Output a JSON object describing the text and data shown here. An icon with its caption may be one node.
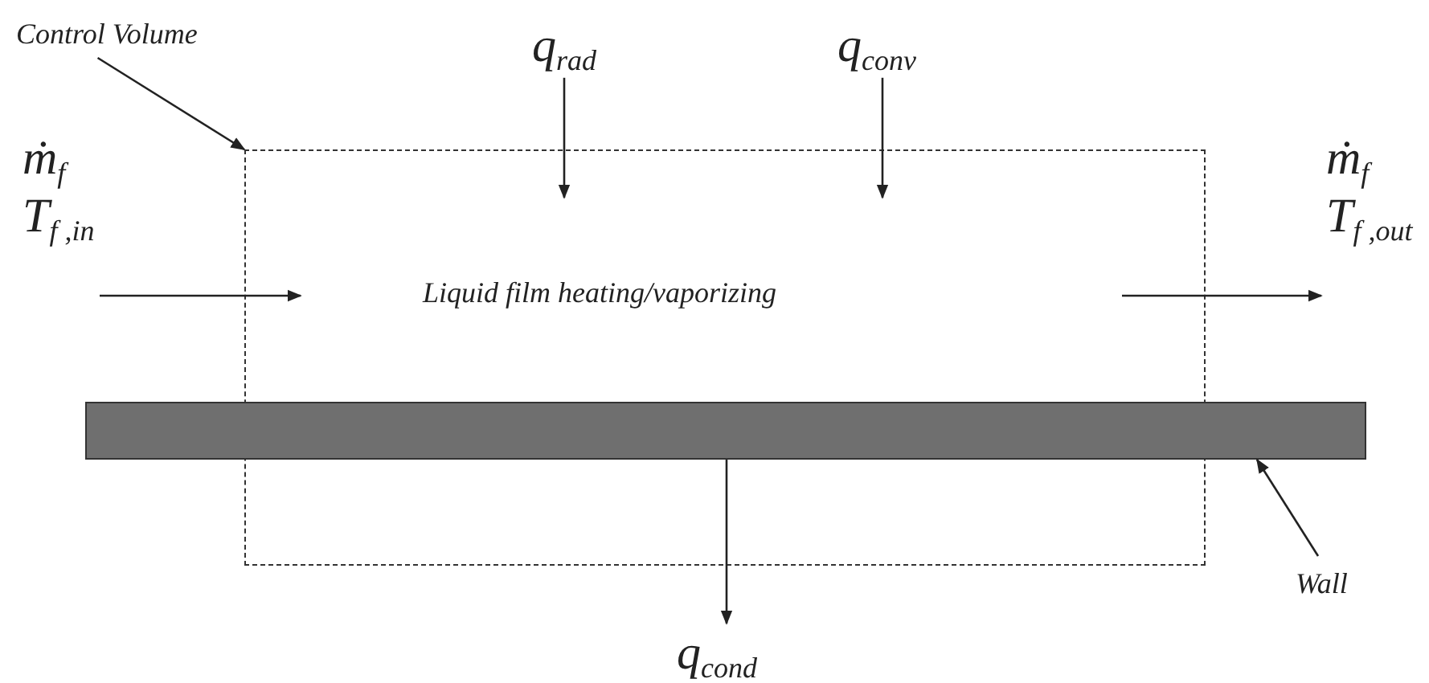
{
  "diagram": {
    "nodes": [
      {
        "text": [
          "Control Volume"
        ]
      },
      {
        "text": [],
        "shape": "box"
      },
      {
        "text": [
          "q$_{rad}$"
        ]
      },
      {
        "text": [
          "q$_{conv}$"
        ]
      },
      {
        "text": [
          "Liquid film heating/vaporizing"
        ],
        "in": 1
      },
      {
        "text": [
          "ṁ$_{f}$",
          "T$_{f ,in}$"
        ]
      },
      {
        "text": [
          "ṁ$_{f}$",
          "T$_{f ,out}$"
        ]
      },
      {
        "text": [],
        "shape": "bar"
      },
      {
        "text": [
          "Wall"
        ]
      },
      {
        "text": [
          "q$_{cond}$"
        ]
      }
    ],
    "edges": [
      {
        "from": 0,
        "to": 1,
        "arrow": "to"
      },
      {
        "from": 2,
        "to": 1,
        "arrow": "to"
      },
      {
        "from": 3,
        "to": 1,
        "arrow": "to"
      },
      {
        "from": 5,
        "to": 1,
        "arrow": "to"
      },
      {
        "from": 1,
        "to": 6,
        "arrow": "to"
      },
      {
        "from": 7,
        "to": 9,
        "arrow": "to"
      },
      {
        "from": 8,
        "to": 7,
        "arrow": "to"
      }
    ]
  }
}
